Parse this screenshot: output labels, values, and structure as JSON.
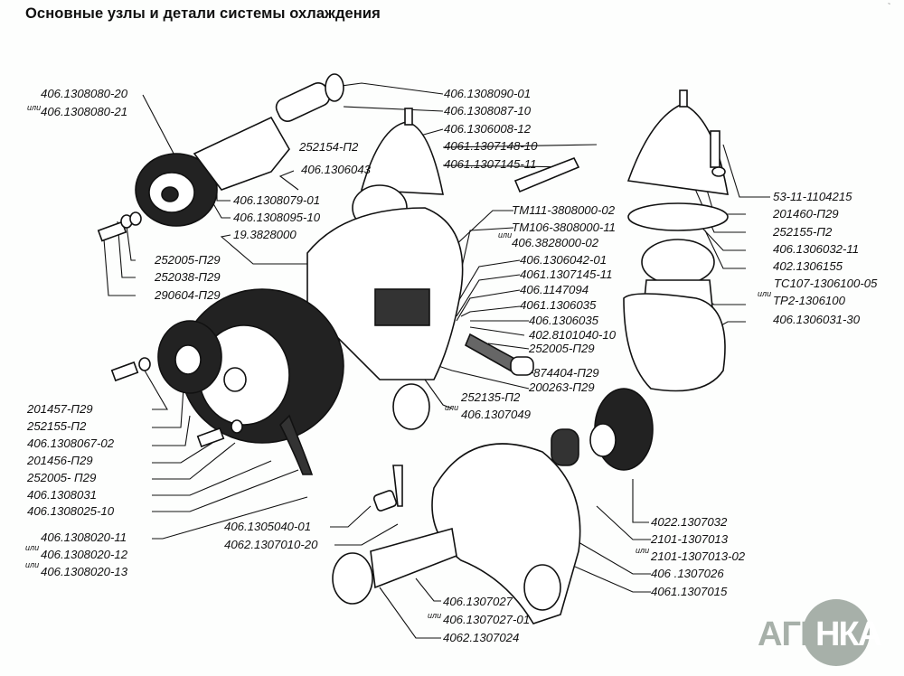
{
  "title": "Основные узлы и детали системы охлаждения",
  "alt_word": "или",
  "watermark": "АГРОНКА",
  "logo": {
    "left_text": "АГРО",
    "circle_text": "НКА",
    "color": "#a7b0a9"
  },
  "labels": {
    "l01": "406.1308080-20",
    "l02": "406.1308080-21",
    "l03": "406.1308090-01",
    "l04": "406.1308087-10",
    "l05": "406.1306008-12",
    "l06": "252154-П2",
    "l07": "4061.1307148-10",
    "l08": "4061.1307145-11",
    "l09": "406.1306043",
    "l10": "406.1308079-01",
    "l11": "406.1308095-10",
    "l12": "19.3828000",
    "l13": "252005-П29",
    "l14": "252038-П29",
    "l15": "290604-П29",
    "l16": "ТМ111-3808000-02",
    "l17": "ТМ106-3808000-11",
    "l18": "406.3828000-02",
    "l19": "406.1306042-01",
    "l20": "4061.1307145-11",
    "l21": "406.1147094",
    "l22": "4061.1306035",
    "l23": "406.1306035",
    "l24": "402.8101040-10",
    "l25": "252005-П29",
    "l26": "874404-П29",
    "l27": "200263-П29",
    "l28": "252135-П2",
    "l29": "406.1307049",
    "l30": "53-11-1104215",
    "l31": "201460-П29",
    "l32": "252155-П2",
    "l33": "406.1306032-11",
    "l34": "402.1306155",
    "l35": "ТС107-1306100-05",
    "l36": "ТР2-1306100",
    "l37": "406.1306031-30",
    "l38": "201457-П29",
    "l39": "252155-П2",
    "l40": "406.1308067-02",
    "l41": "201456-П29",
    "l42": "252005- П29",
    "l43": "406.1308031",
    "l44": "406.1308025-10",
    "l45": "406.1308020-11",
    "l46": "406.1308020-12",
    "l47": "406.1308020-13",
    "l48": "406.1305040-01",
    "l49": "4062.1307010-20",
    "l50": "4022.1307032",
    "l51": "2101-1307013",
    "l52": "2101-1307013-02",
    "l53": "406 .1307026",
    "l54": "4061.1307015",
    "l55": "406.1307027",
    "l56": "406.1307027-01",
    "l57": "4062.1307024"
  }
}
